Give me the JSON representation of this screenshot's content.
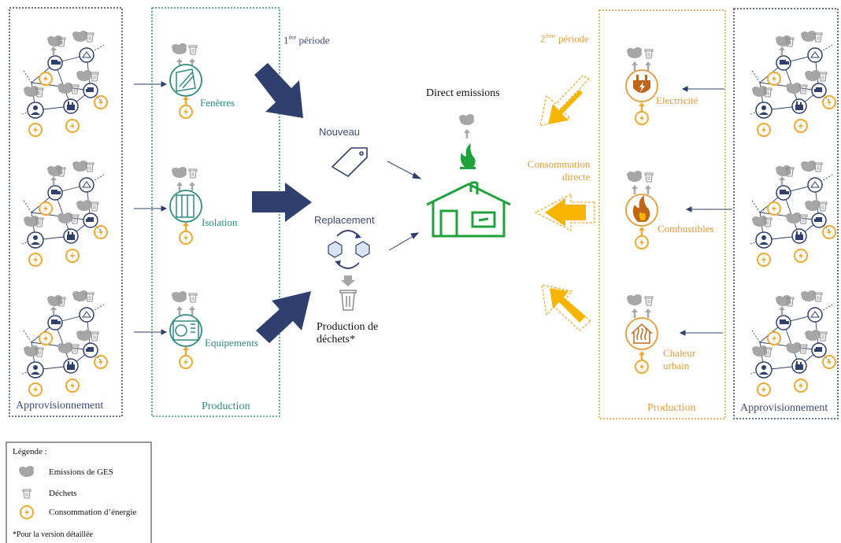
{
  "left": {
    "supply_label": "Approvisionnement",
    "production_label": "Production",
    "period_num": "1",
    "period_sup": "ère",
    "period_text": " période",
    "items": [
      {
        "label": "Fenêtres",
        "icon": "window-icon"
      },
      {
        "label": "Isolation",
        "icon": "insulation-icon"
      },
      {
        "label": "Equipements",
        "icon": "hvac-unit-icon"
      }
    ]
  },
  "center": {
    "new_label": "Nouveau",
    "replacement_label": "Replacement",
    "waste_label_line1": "Production de",
    "waste_label_line2": "déchets*",
    "direct_emissions_label": "Direct emissions"
  },
  "right": {
    "period_num": "2",
    "period_sup": "ème",
    "period_text": " période",
    "direct_consumption_line1": "Consommation",
    "direct_consumption_line2": "directe",
    "production_label": "Production",
    "supply_label": "Approvisionnement",
    "items": [
      {
        "label": "Electricité",
        "icon": "electric-plug-icon"
      },
      {
        "label": "Combustibles",
        "icon": "flame-icon"
      },
      {
        "label_line1": "Chaleur",
        "label_line2": "urbain",
        "icon": "district-heat-icon"
      }
    ]
  },
  "legend": {
    "title": "Légende :",
    "items": [
      {
        "label": "Emissions de GES",
        "icon": "cloud-icon"
      },
      {
        "label": "Déchets",
        "icon": "trash-icon"
      },
      {
        "label": "Consommation d’énergie",
        "icon": "energy-icon"
      }
    ],
    "footnote": "*Pour la version détaillée"
  },
  "colors": {
    "navy": "#2f3f6e",
    "teal": "#2e8b82",
    "orange": "#e49a35",
    "yellow": "#f7b500",
    "green": "#1fa13c",
    "grey": "#a6a6a6"
  }
}
